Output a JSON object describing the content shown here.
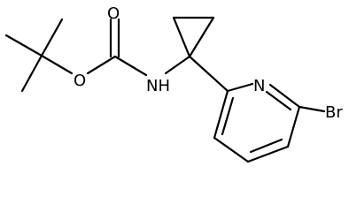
{
  "molecule": {
    "atom_labels": {
      "carbonyl_oxygen": "O",
      "ester_oxygen": "O",
      "amine": "NH",
      "pyridine_nitrogen": "N",
      "bromine": "Br"
    }
  }
}
